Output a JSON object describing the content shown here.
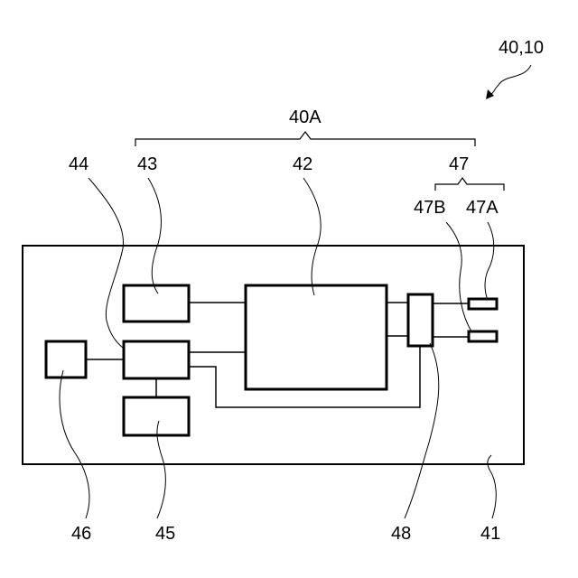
{
  "figure": {
    "title_ref": "40,10",
    "labels": {
      "system": "40A",
      "module_47": "47",
      "part_47B": "47B",
      "part_47A": "47A",
      "block_44": "44",
      "block_43": "43",
      "block_42": "42",
      "block_46": "46",
      "block_45": "45",
      "block_48": "48",
      "housing_41": "41"
    }
  }
}
